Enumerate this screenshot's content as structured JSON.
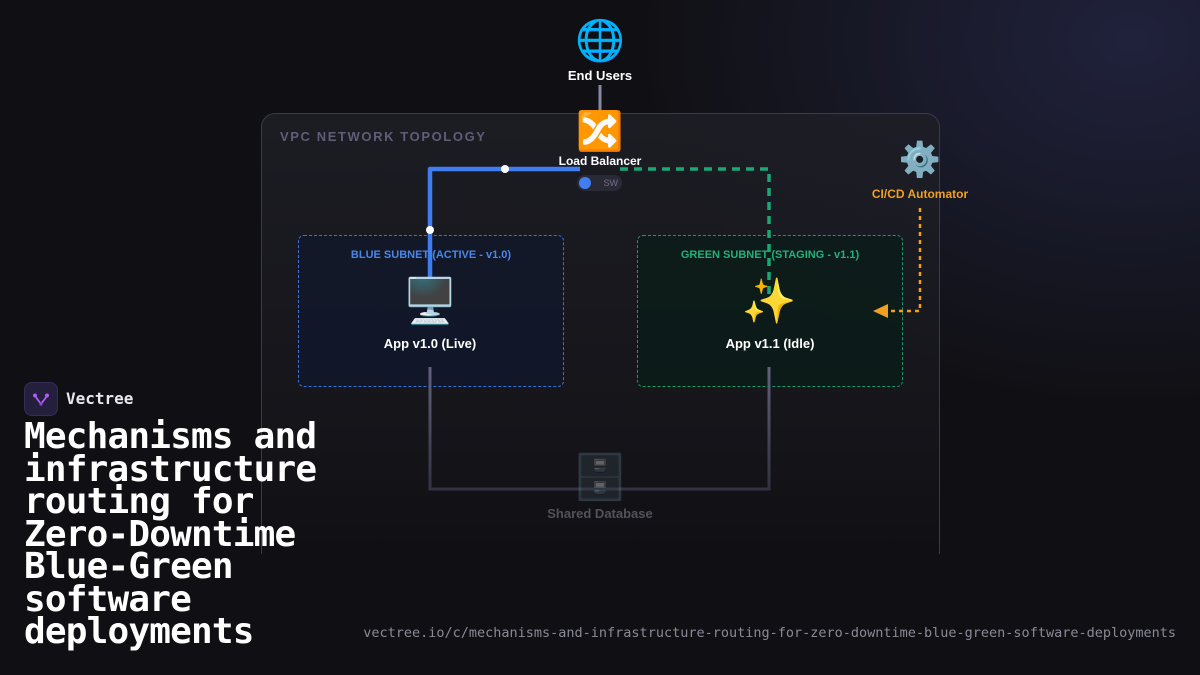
{
  "diagram": {
    "vpc_title": "VPC NETWORK TOPOLOGY",
    "end_users": {
      "icon": "globe-icon",
      "glyph": "🌐",
      "label": "End Users"
    },
    "load_balancer": {
      "icon": "shuffle-icon",
      "glyph": "🔀",
      "label": "Load Balancer",
      "toggle_label": "SW"
    },
    "cicd": {
      "icon": "gear-icon",
      "glyph": "⚙️",
      "label": "CI/CD Automator"
    },
    "blue_subnet": {
      "title": "BLUE SUBNET (ACTIVE - v1.0)",
      "app_icon": "desktop-icon",
      "app_glyph": "🖥️",
      "app_label": "App v1.0 (Live)"
    },
    "green_subnet": {
      "title": "GREEN SUBNET (STAGING - v1.1)",
      "app_icon": "sparkles-icon",
      "app_glyph": "✨",
      "app_label": "App v1.1 (Idle)"
    },
    "database": {
      "icon": "database-icon",
      "glyph": "🗄️",
      "label": "Shared Database"
    }
  },
  "colors": {
    "blue": "#3f7df0",
    "green": "#1aa874",
    "orange": "#f0a020",
    "db_line": "#5a5a78"
  },
  "brand": {
    "name": "Vectree",
    "logo_icon": "vectree-logo-icon"
  },
  "headline": "Mechanisms and infrastructure routing for Zero-Downtime Blue-Green software deployments",
  "url": "vectree.io/c/mechanisms-and-infrastructure-routing-for-zero-downtime-blue-green-software-deployments"
}
